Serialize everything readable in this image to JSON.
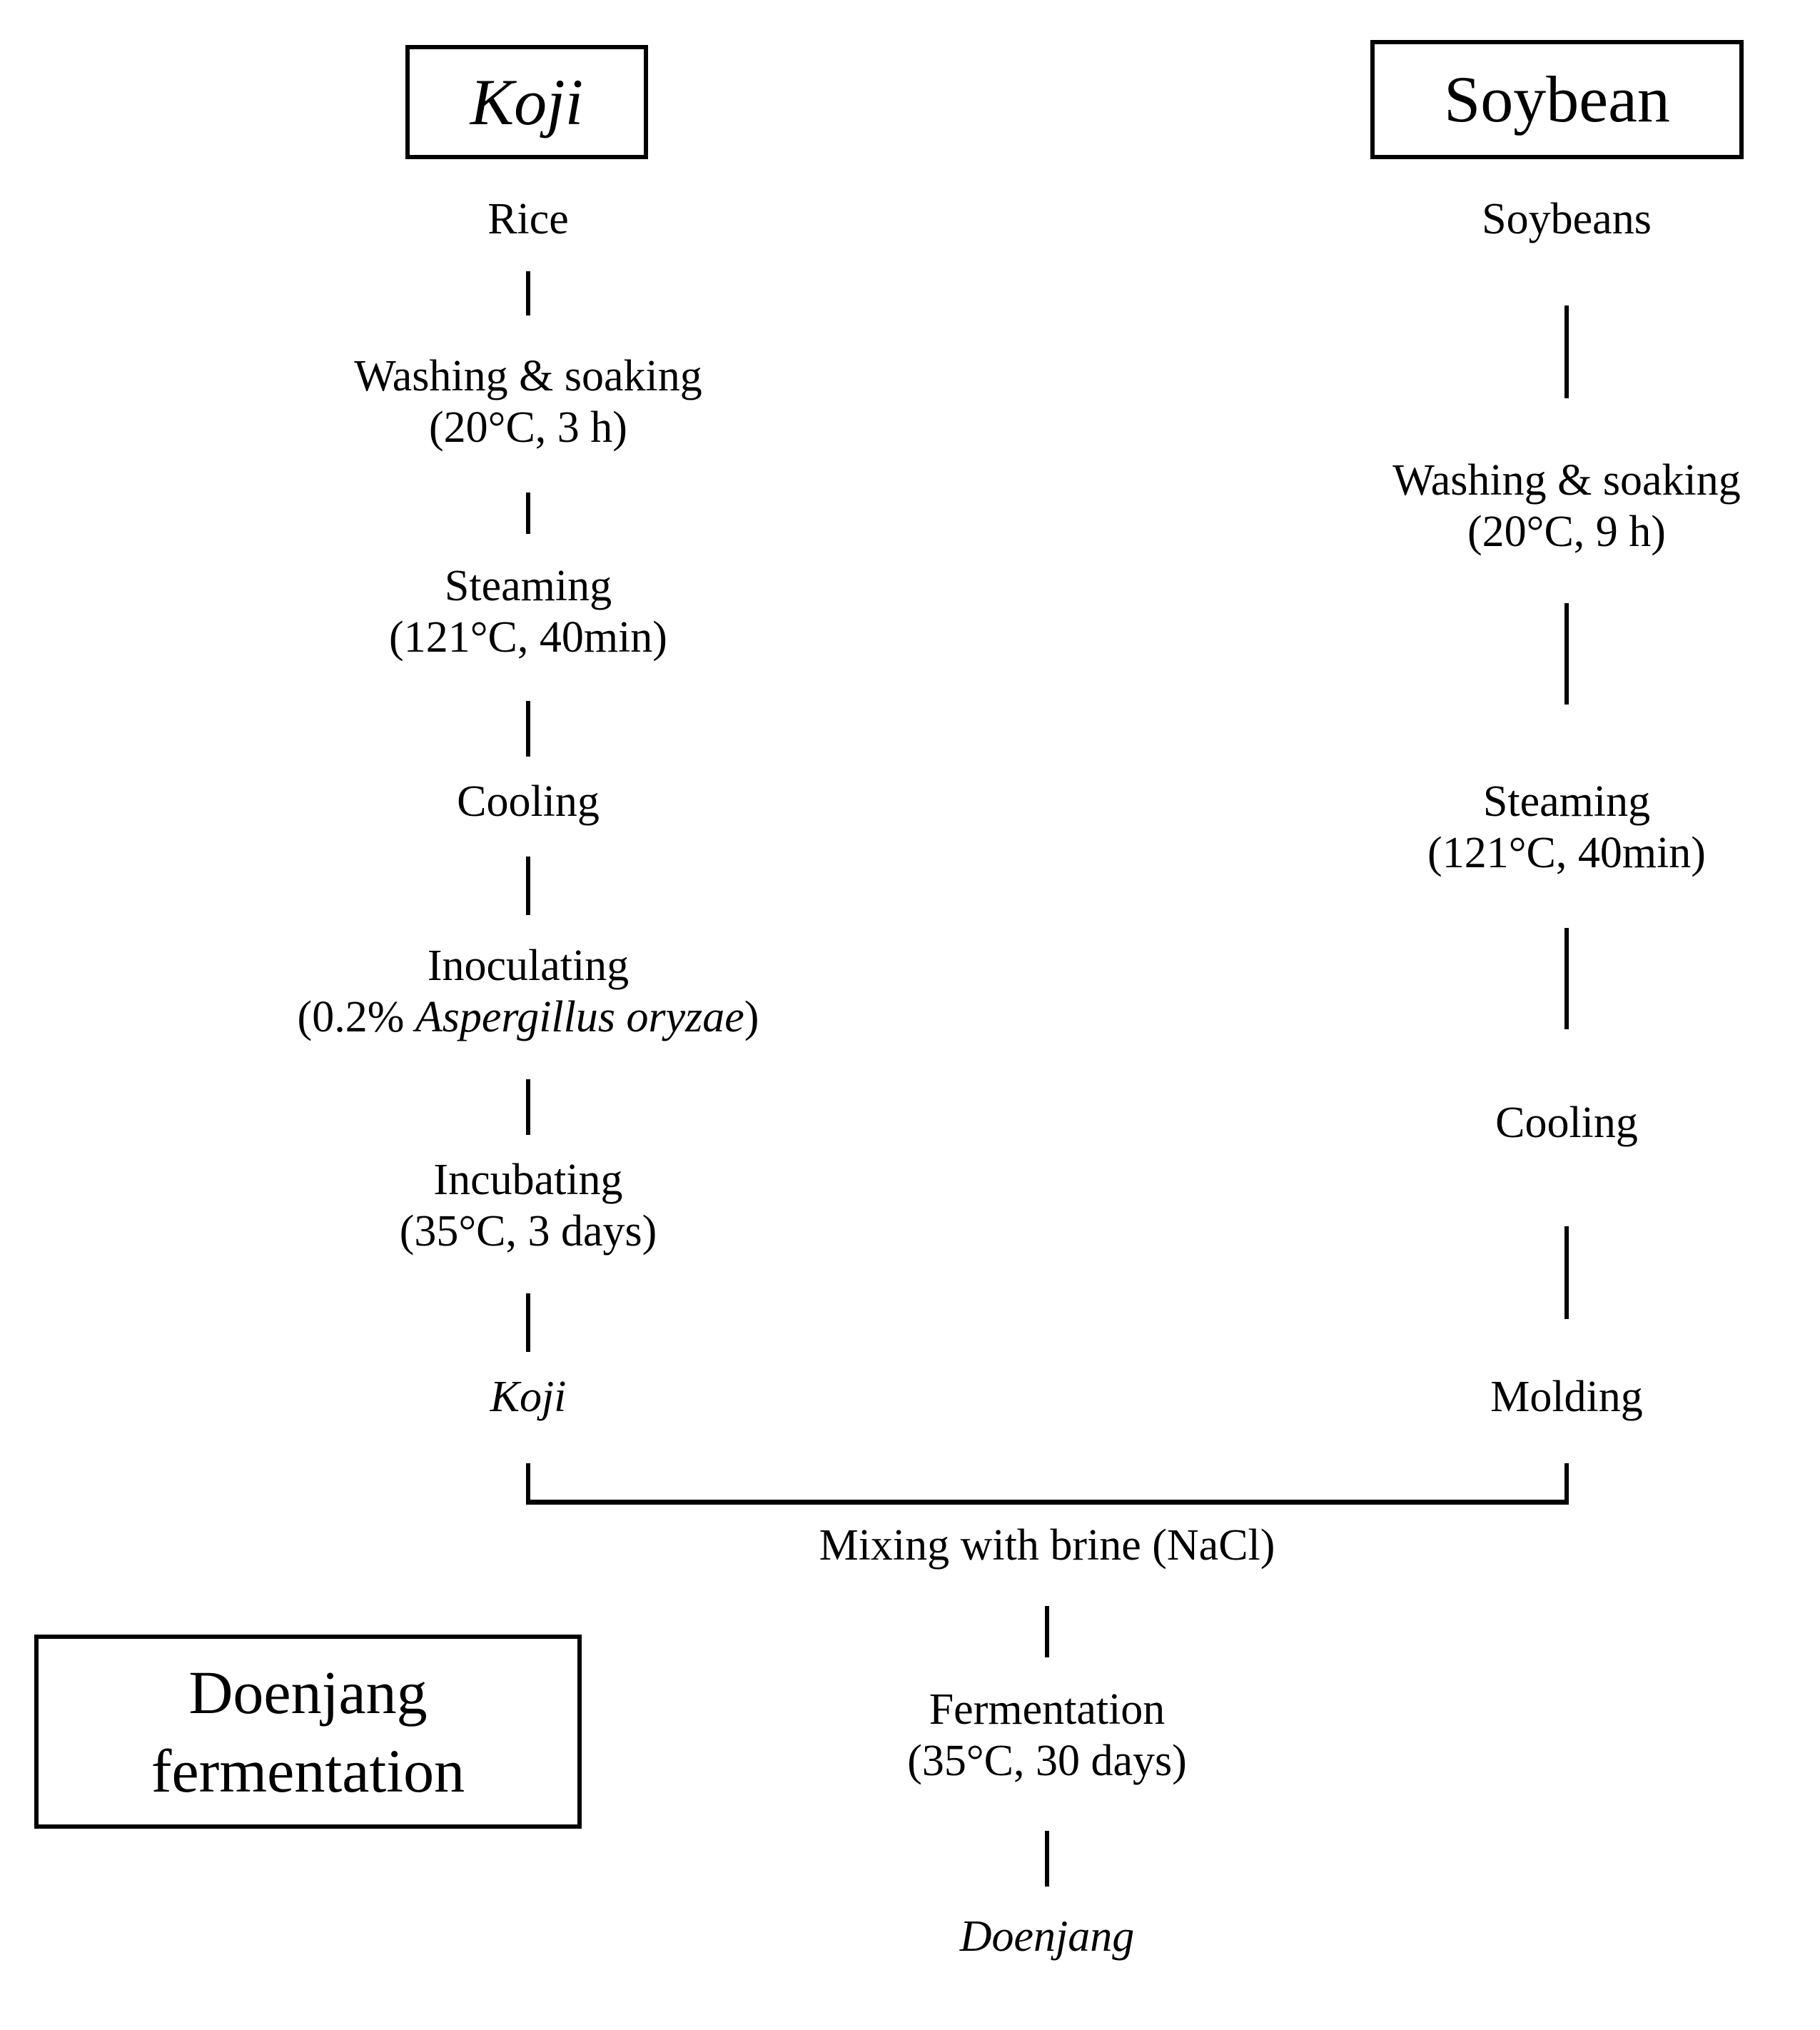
{
  "figure": {
    "type": "process-flow-diagram",
    "title_boxes": {
      "koji": "Koji",
      "soybean": "Soybean",
      "doenjang_fermentation_line1": "Doenjang",
      "doenjang_fermentation_line2": "fermentation"
    }
  },
  "koji_branch": {
    "steps": [
      {
        "line1": "Rice",
        "line2": ""
      },
      {
        "line1": "Washing & soaking",
        "line2": "(20°C, 3 h)"
      },
      {
        "line1": "Steaming",
        "line2": "(121°C, 40min)"
      },
      {
        "line1": "Cooling",
        "line2": ""
      },
      {
        "line1": "Inoculating",
        "line2_prefix": "(0.2% ",
        "line2_italic": "Aspergillus oryzae",
        "line2_suffix": ")"
      },
      {
        "line1": "Incubating",
        "line2": "(35°C, 3 days)"
      },
      {
        "line1": "Koji",
        "line2": ""
      }
    ]
  },
  "soybean_branch": {
    "steps": [
      {
        "line1": "Soybeans",
        "line2": ""
      },
      {
        "line1": "Washing & soaking",
        "line2": "(20°C, 9 h)"
      },
      {
        "line1": "Steaming",
        "line2": "(121°C, 40min)"
      },
      {
        "line1": "Cooling",
        "line2": ""
      },
      {
        "line1": "Molding",
        "line2": ""
      }
    ]
  },
  "merge_branch": {
    "steps": [
      {
        "line1": "Mixing with brine (NaCl)",
        "line2": ""
      },
      {
        "line1": "Fermentation",
        "line2": "(35°C, 30 days)"
      },
      {
        "line1": "Doenjang",
        "line2": ""
      }
    ]
  },
  "colors": {
    "ink": "#000000",
    "paper": "#ffffff"
  }
}
